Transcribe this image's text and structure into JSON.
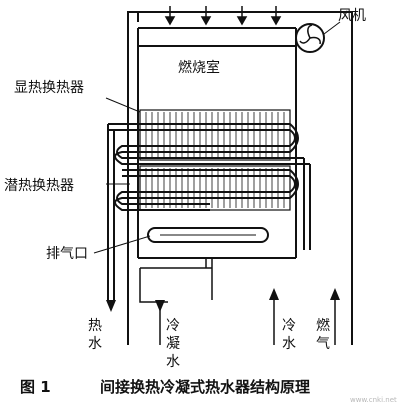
{
  "labels": {
    "fan": "风机",
    "combustion_chamber": "燃烧室",
    "sensible_hx": "显热换热器",
    "latent_hx": "潜热换热器",
    "exhaust_port": "排气口",
    "hot_water": "热\n水",
    "condensate": "冷\n凝\n水",
    "cold_water": "冷\n水",
    "gas": "燃\n气"
  },
  "caption": {
    "fig_no": "图 1",
    "title": "间接换热冷凝式热水器结构原理"
  },
  "watermark": "www.cnki.net"
}
